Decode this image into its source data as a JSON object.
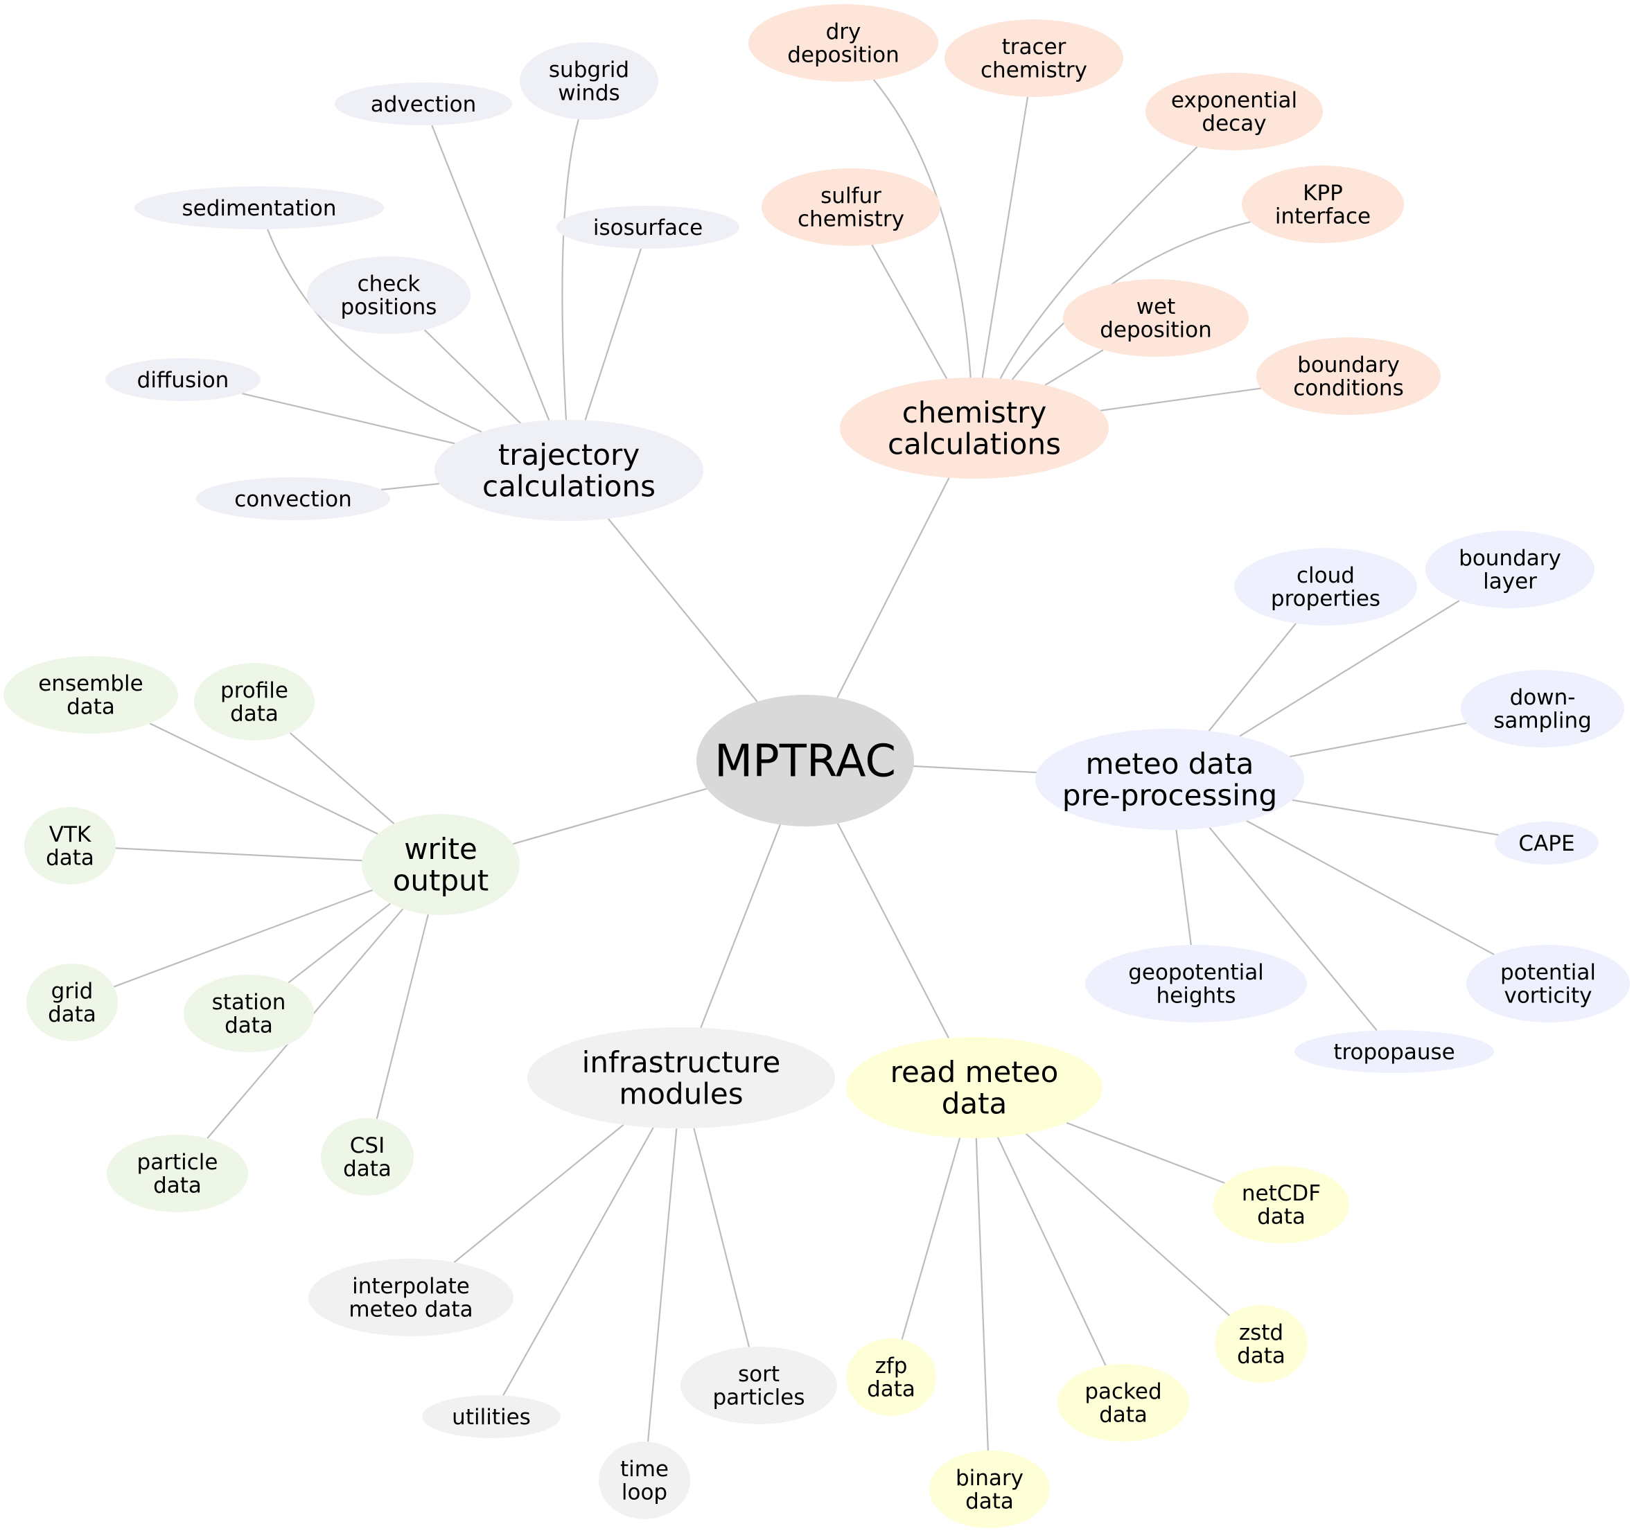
{
  "root": {
    "id": "mptrac",
    "lines": [
      "MPTRAC"
    ],
    "color": "#d9d9d9"
  },
  "categories": [
    {
      "id": "trajectory",
      "lines": [
        "trajectory",
        "calculations"
      ],
      "color": "#efeff6",
      "children": [
        {
          "id": "advection",
          "lines": [
            "advection"
          ]
        },
        {
          "id": "subgrid-winds",
          "lines": [
            "subgrid",
            "winds"
          ]
        },
        {
          "id": "sedimentation",
          "lines": [
            "sedimentation"
          ]
        },
        {
          "id": "isosurface",
          "lines": [
            "isosurface"
          ]
        },
        {
          "id": "check-positions",
          "lines": [
            "check",
            "positions"
          ]
        },
        {
          "id": "diffusion",
          "lines": [
            "diffusion"
          ]
        },
        {
          "id": "convection",
          "lines": [
            "convection"
          ]
        }
      ]
    },
    {
      "id": "chemistry",
      "lines": [
        "chemistry",
        "calculations"
      ],
      "color": "#fde5da",
      "children": [
        {
          "id": "dry-deposition",
          "lines": [
            "dry",
            "deposition"
          ]
        },
        {
          "id": "tracer-chemistry",
          "lines": [
            "tracer",
            "chemistry"
          ]
        },
        {
          "id": "exponential-decay",
          "lines": [
            "exponential",
            "decay"
          ]
        },
        {
          "id": "sulfur-chemistry",
          "lines": [
            "sulfur",
            "chemistry"
          ]
        },
        {
          "id": "kpp-interface",
          "lines": [
            "KPP",
            "interface"
          ]
        },
        {
          "id": "wet-deposition",
          "lines": [
            "wet",
            "deposition"
          ]
        },
        {
          "id": "boundary-conditions",
          "lines": [
            "boundary",
            "conditions"
          ]
        }
      ]
    },
    {
      "id": "meteo-preprocessing",
      "lines": [
        "meteo data",
        "pre-processing"
      ],
      "color": "#eef1fd",
      "children": [
        {
          "id": "cloud-properties",
          "lines": [
            "cloud",
            "properties"
          ]
        },
        {
          "id": "boundary-layer",
          "lines": [
            "boundary",
            "layer"
          ]
        },
        {
          "id": "down-sampling",
          "lines": [
            "down-",
            "sampling"
          ]
        },
        {
          "id": "cape",
          "lines": [
            "CAPE"
          ]
        },
        {
          "id": "geopotential-heights",
          "lines": [
            "geopotential",
            "heights"
          ]
        },
        {
          "id": "potential-vorticity",
          "lines": [
            "potential",
            "vorticity"
          ]
        },
        {
          "id": "tropopause",
          "lines": [
            "tropopause"
          ]
        }
      ]
    },
    {
      "id": "write-output",
      "lines": [
        "write",
        "output"
      ],
      "color": "#eef6e8",
      "children": [
        {
          "id": "ensemble-data",
          "lines": [
            "ensemble",
            "data"
          ]
        },
        {
          "id": "profile-data",
          "lines": [
            "profile",
            "data"
          ]
        },
        {
          "id": "vtk-data",
          "lines": [
            "VTK",
            "data"
          ]
        },
        {
          "id": "grid-data",
          "lines": [
            "grid",
            "data"
          ]
        },
        {
          "id": "station-data",
          "lines": [
            "station",
            "data"
          ]
        },
        {
          "id": "particle-data",
          "lines": [
            "particle",
            "data"
          ]
        },
        {
          "id": "csi-data",
          "lines": [
            "CSI",
            "data"
          ]
        }
      ]
    },
    {
      "id": "infrastructure",
      "lines": [
        "infrastructure",
        "modules"
      ],
      "color": "#f1f1f1",
      "children": [
        {
          "id": "interpolate-meteo-data",
          "lines": [
            "interpolate",
            "meteo data"
          ]
        },
        {
          "id": "utilities",
          "lines": [
            "utilities"
          ]
        },
        {
          "id": "time-loop",
          "lines": [
            "time",
            "loop"
          ]
        },
        {
          "id": "sort-particles",
          "lines": [
            "sort",
            "particles"
          ]
        }
      ]
    },
    {
      "id": "read-meteo",
      "lines": [
        "read meteo",
        "data"
      ],
      "color": "#feffd6",
      "children": [
        {
          "id": "netcdf-data",
          "lines": [
            "netCDF",
            "data"
          ]
        },
        {
          "id": "zfp-data",
          "lines": [
            "zfp",
            "data"
          ]
        },
        {
          "id": "binary-data",
          "lines": [
            "binary",
            "data"
          ]
        },
        {
          "id": "packed-data",
          "lines": [
            "packed",
            "data"
          ]
        },
        {
          "id": "zstd-data",
          "lines": [
            "zstd",
            "data"
          ]
        }
      ]
    }
  ]
}
